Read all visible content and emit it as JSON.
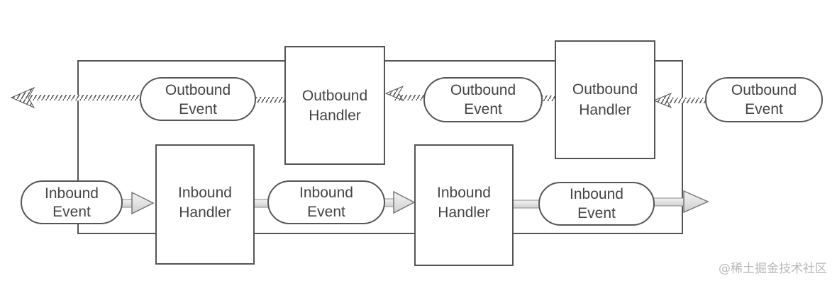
{
  "diagram": {
    "outbound": {
      "event_left": [
        "Outbound",
        "Event"
      ],
      "handler_left": [
        "Outbound",
        "Handler"
      ],
      "event_mid": [
        "Outbound",
        "Event"
      ],
      "handler_right": [
        "Outbound",
        "Handler"
      ],
      "event_right": [
        "Outbound",
        "Event"
      ]
    },
    "inbound": {
      "event_left": [
        "Inbound",
        "Event"
      ],
      "handler_left": [
        "Inbound",
        "Handler"
      ],
      "event_mid": [
        "Inbound",
        "Event"
      ],
      "handler_right": [
        "Inbound",
        "Handler"
      ],
      "event_right": [
        "Inbound",
        "Event"
      ]
    }
  },
  "watermark": "@稀土掘金技术社区"
}
